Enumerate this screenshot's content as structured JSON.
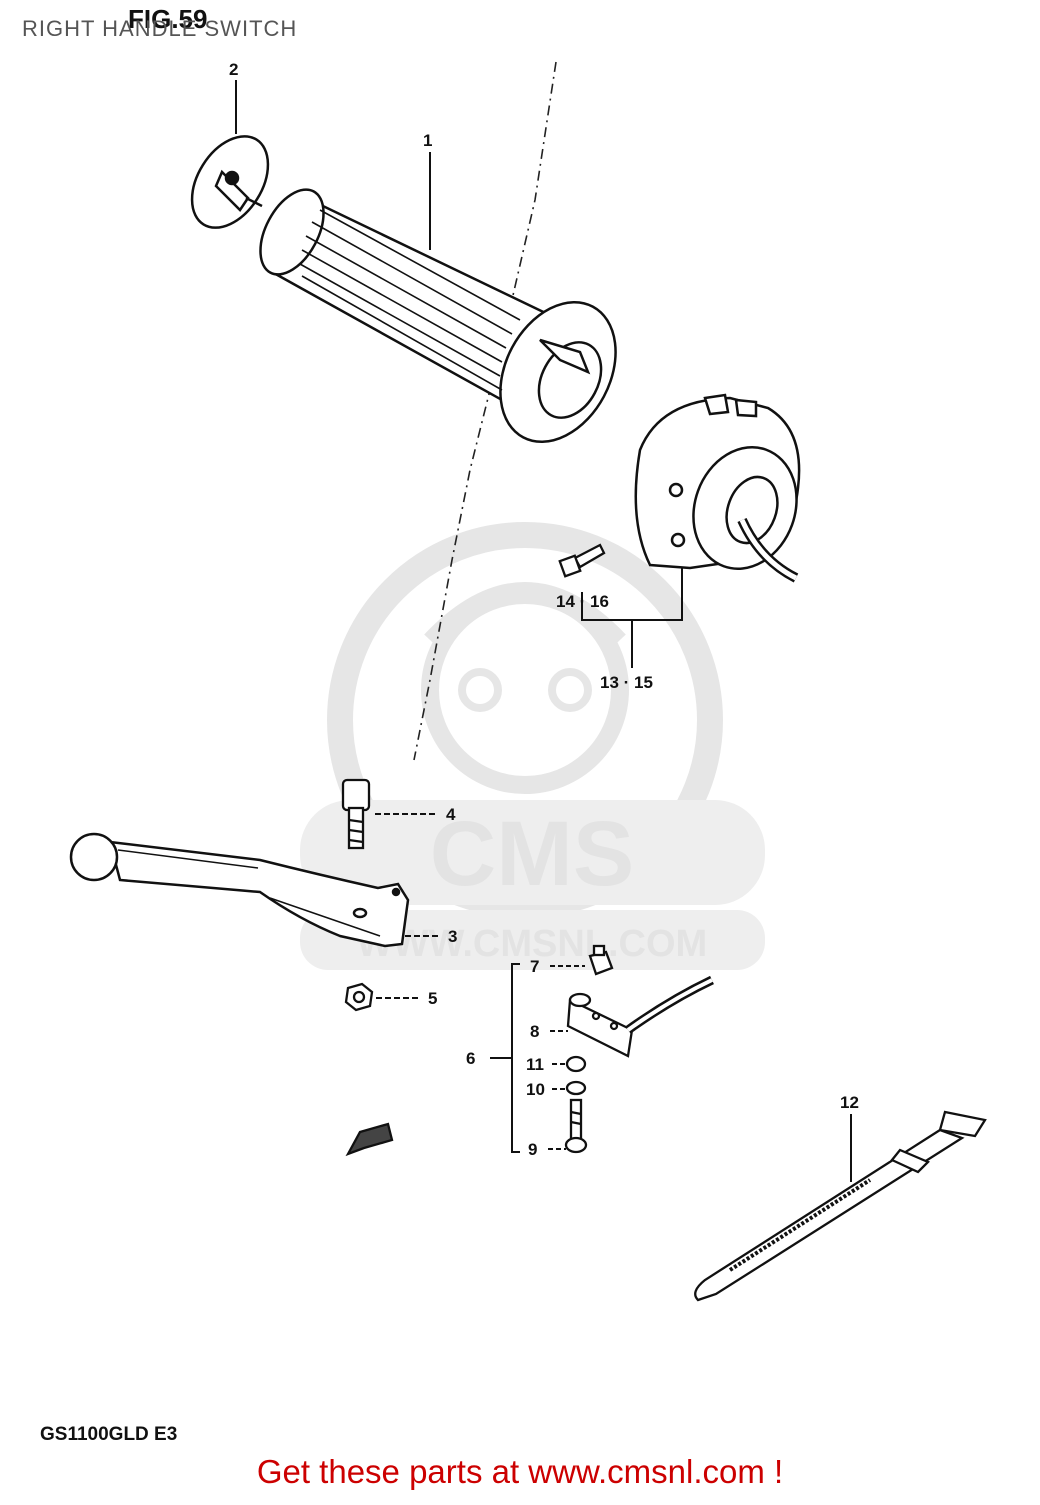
{
  "header": {
    "caption": "RIGHT HANDLE SWITCH",
    "figure_label": "FIG.59"
  },
  "callouts": {
    "c1": "1",
    "c2": "2",
    "c3": "3",
    "c4": "4",
    "c5": "5",
    "c6": "6",
    "c7": "7",
    "c8": "8",
    "c9": "9",
    "c10": "10",
    "c11": "11",
    "c12": "12",
    "c14_16": "14 · 16",
    "c13_15": "13 · 15"
  },
  "watermark": {
    "brand": "CMS",
    "url": "WWW.CMSNL.COM"
  },
  "model_code": "GS1100GLD E3",
  "footer": {
    "cta": "Get these parts at www.cmsnl.com !"
  }
}
